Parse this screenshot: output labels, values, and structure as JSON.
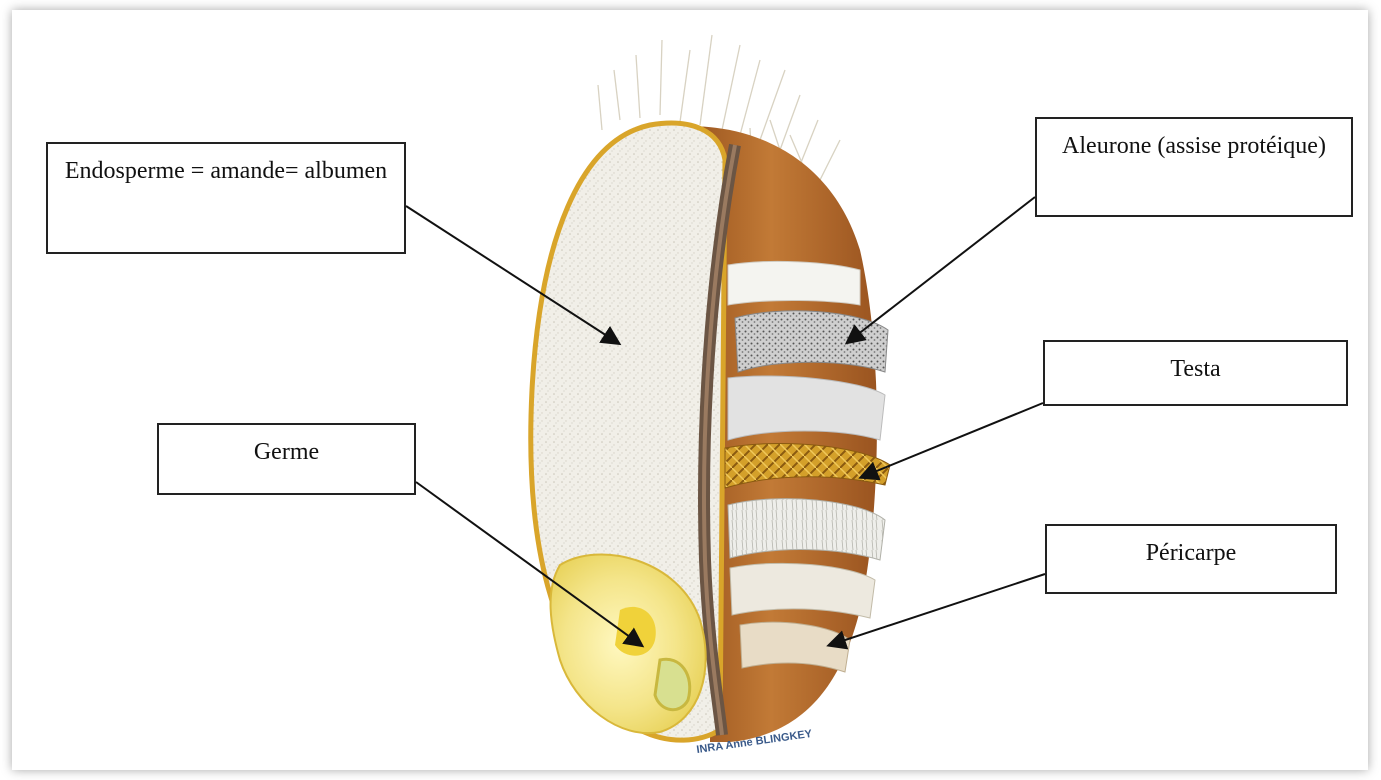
{
  "labels": {
    "endosperme": "Endosperme = amande= albumen",
    "aleurone": "Aleurone (assise protéique)",
    "testa": "Testa",
    "germe": "Germe",
    "pericarpe": "Péricarpe"
  },
  "watermark": "INRA Anne BLINGKEY",
  "colors": {
    "outline": "#d9a52a",
    "bran": "#b8692a",
    "endosperm": "#f1efe8",
    "germ": "#f2e27a",
    "testa": "#d4a02a",
    "arrow": "#111111"
  }
}
